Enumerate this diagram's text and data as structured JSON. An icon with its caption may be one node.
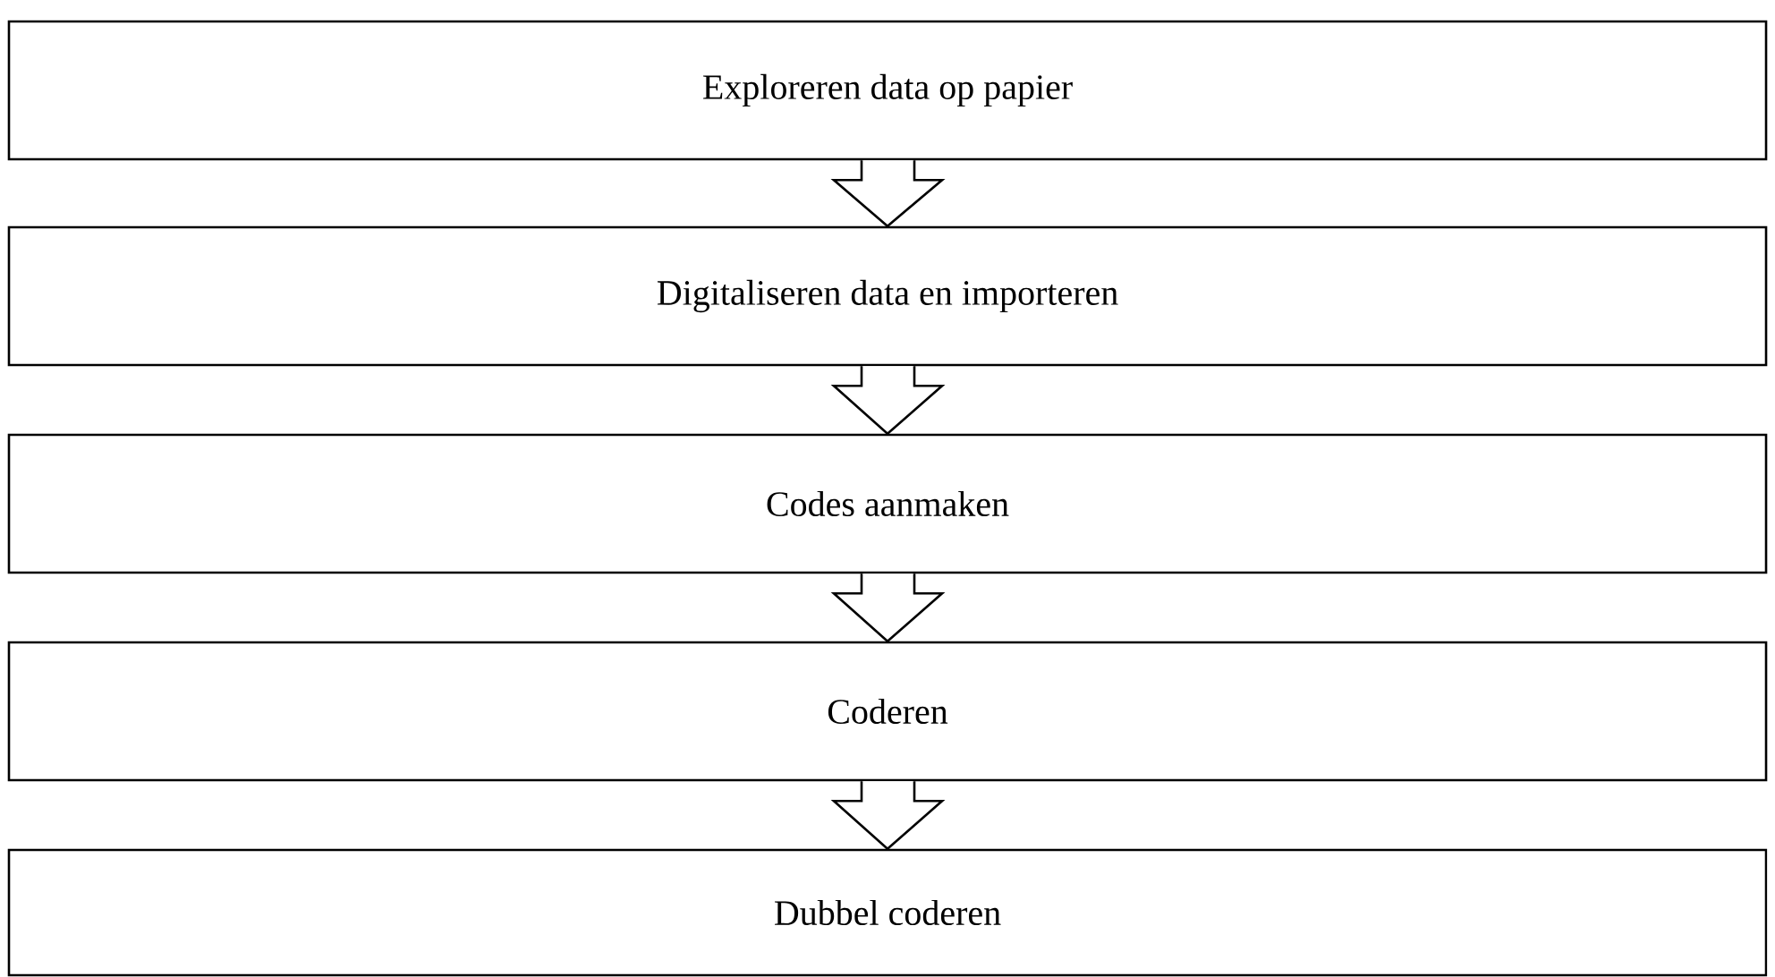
{
  "diagram": {
    "nodes": [
      {
        "text": [
          "Exploreren data op papier"
        ]
      },
      {
        "text": [
          "Digitaliseren data en importeren"
        ]
      },
      {
        "text": [
          "Codes aanmaken"
        ]
      },
      {
        "text": [
          "Coderen"
        ]
      },
      {
        "text": [
          "Dubbel coderen"
        ]
      }
    ],
    "edges": [
      {
        "from": 0,
        "to": 1,
        "arrow": "to"
      },
      {
        "from": 1,
        "to": 2,
        "arrow": "to"
      },
      {
        "from": 2,
        "to": 3,
        "arrow": "to"
      },
      {
        "from": 3,
        "to": 4,
        "arrow": "to"
      }
    ]
  }
}
